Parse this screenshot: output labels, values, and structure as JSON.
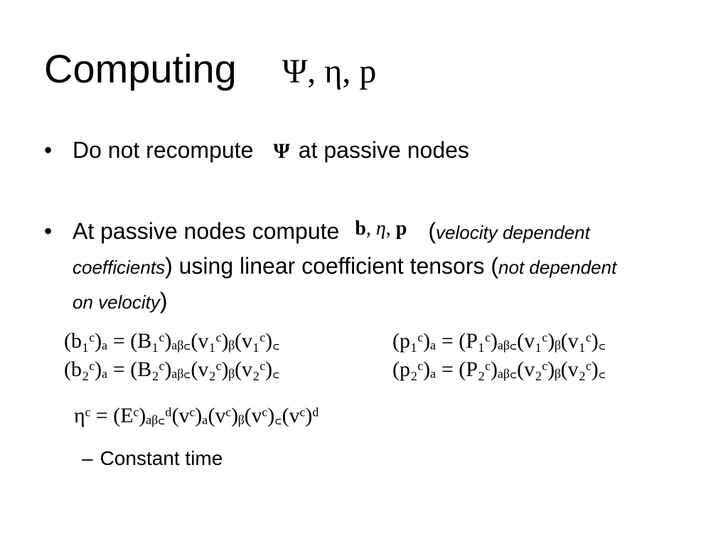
{
  "slide": {
    "title": "Computing",
    "title_math": "Ψ, η, p",
    "bullets": [
      {
        "marker": "•",
        "before": "Do not recompute",
        "math": "Ψ",
        "after": "at passive nodes"
      },
      {
        "marker": "•",
        "before": "At passive nodes compute",
        "math": "b, η, p",
        "paren_open": "(",
        "italic1": "velocity dependent coefficients",
        "paren_close1": ")",
        "middle": " using linear coefficient tensors (",
        "italic2": "not dependent on velocity",
        "paren_close2": ")"
      }
    ],
    "equations": {
      "b1": "(b₁ᶜ)ₐ = (B₁ᶜ)ₐᵦ꜀(v₁ᶜ)ᵦ(v₁ᶜ)꜀",
      "b2": "(b₂ᶜ)ₐ = (B₂ᶜ)ₐᵦ꜀(v₂ᶜ)ᵦ(v₂ᶜ)꜀",
      "p1": "(p₁ᶜ)ₐ = (P₁ᶜ)ₐᵦ꜀(v₁ᶜ)ᵦ(v₁ᶜ)꜀",
      "p2": "(p₂ᶜ)ₐ = (P₂ᶜ)ₐᵦ꜀(v₂ᶜ)ᵦ(v₂ᶜ)꜀",
      "eta": "ηᶜ = (Eᶜ)ₐᵦ꜀ᵈ(vᶜ)ₐ(vᶜ)ᵦ(vᶜ)꜀(vᶜ)ᵈ"
    },
    "sub_bullet": {
      "marker": "–",
      "text": "Constant time"
    }
  }
}
